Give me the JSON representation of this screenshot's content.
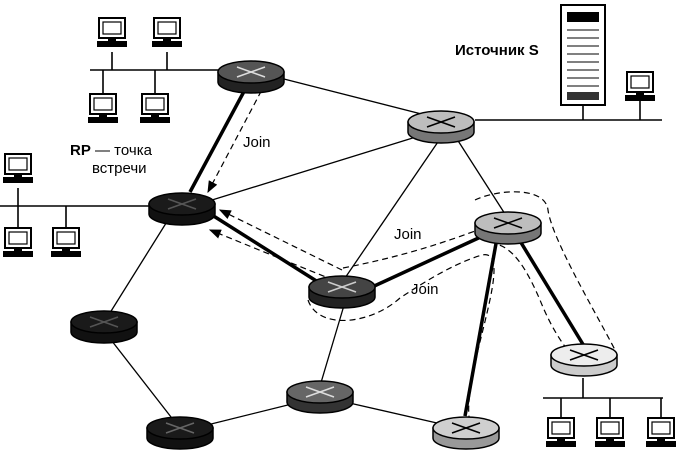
{
  "labels": {
    "source": "Источник S",
    "rp_title": "RP",
    "rp_dash": " — точка",
    "rp_sub": "встречи",
    "join_1": "Join",
    "join_2": "Join",
    "join_3": "Join"
  },
  "colors": {
    "ink": "#000000",
    "router_dark": "#1a1a1a",
    "router_mid": "#555555",
    "router_light": "#bdbdbd",
    "router_pale": "#ededed",
    "background": "#ffffff"
  },
  "icons": {
    "router": "router-icon",
    "pc": "pc-icon",
    "server": "server-icon"
  }
}
